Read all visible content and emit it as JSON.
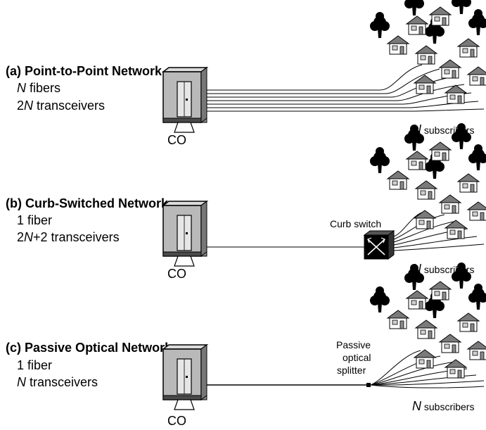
{
  "sections": [
    {
      "title": "(a) Point-to-Point Network",
      "line1_var": "N",
      "line1_rest": " fibers",
      "line2_pre": "2",
      "line2_var": "N",
      "line2_rest": " transceivers",
      "co_label": "CO",
      "subscribers_var": "N",
      "subscribers_rest": " subscribers",
      "device_label": []
    },
    {
      "title": "(b) Curb-Switched Network",
      "line1_var": "",
      "line1_rest": "1 fiber",
      "line2_pre": "2",
      "line2_var": "N",
      "line2_rest": "+2 transceivers",
      "co_label": "CO",
      "subscribers_var": "N",
      "subscribers_rest": " subscribers",
      "device_label": [
        "Curb switch"
      ]
    },
    {
      "title": "(c) Passive Optical Network",
      "line1_var": "",
      "line1_rest": "1 fiber",
      "line2_pre": "",
      "line2_var": "N",
      "line2_rest": " transceivers",
      "co_label": "CO",
      "subscribers_var": "N",
      "subscribers_rest": " subscribers",
      "device_label": [
        "Passive",
        "optical",
        "splitter"
      ]
    }
  ]
}
